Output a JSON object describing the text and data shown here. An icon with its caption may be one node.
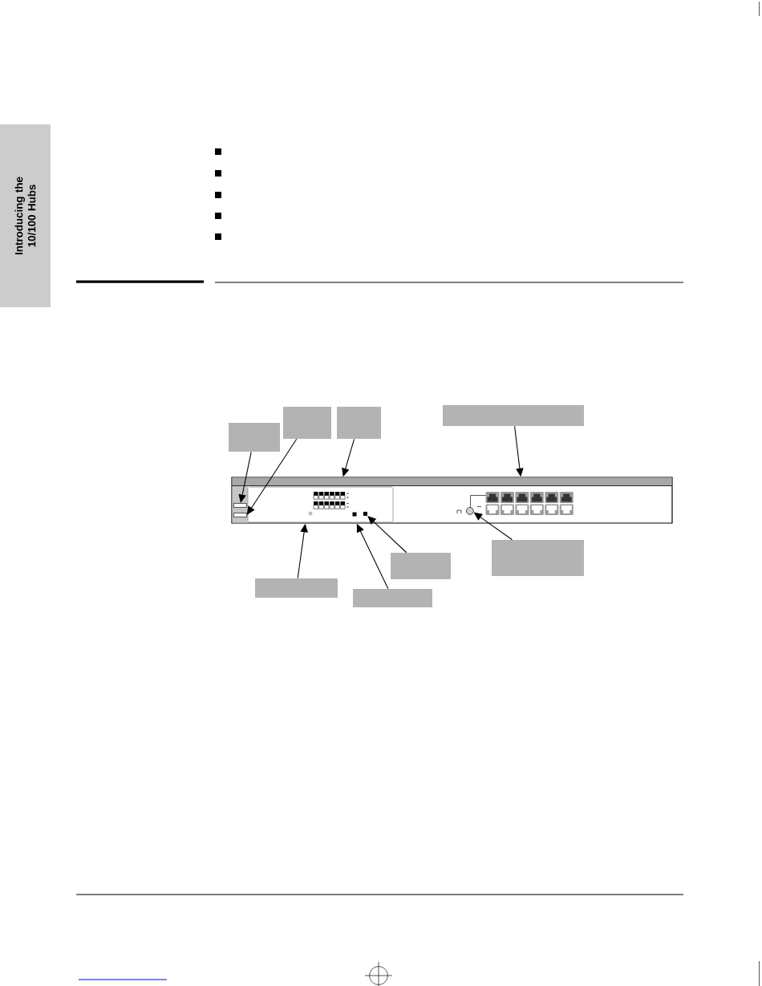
{
  "diagram": {
    "nodes": [
      {
        "text": [
          "Introducing the 10/100 Hubs"
        ]
      },
      {
        "text": [],
        "shape": "box"
      },
      {
        "text": [],
        "shape": "box"
      },
      {
        "text": [],
        "shape": "box"
      },
      {
        "text": [],
        "shape": "box"
      },
      {
        "text": [],
        "shape": "picture"
      },
      {
        "text": [],
        "shape": "box",
        "in": 5
      },
      {
        "text": [],
        "shape": "box",
        "in": 5
      },
      {
        "text": [],
        "shape": "box",
        "in": 5
      },
      {
        "text": [],
        "shape": "circle",
        "in": 5
      },
      {
        "text": [],
        "shape": "box"
      },
      {
        "text": [],
        "shape": "box"
      },
      {
        "text": [],
        "shape": "box"
      },
      {
        "text": [],
        "shape": "box"
      }
    ],
    "edges": [
      {
        "from": 1,
        "to": 6,
        "arrow": "to"
      },
      {
        "from": 2,
        "to": 7,
        "arrow": "to"
      },
      {
        "from": 3,
        "to": 5,
        "arrow": "to"
      },
      {
        "from": 4,
        "to": 5,
        "arrow": "to"
      },
      {
        "from": 10,
        "to": 5,
        "arrow": "to"
      },
      {
        "from": 11,
        "to": 5,
        "arrow": "to"
      },
      {
        "from": 12,
        "to": 8,
        "arrow": "to"
      },
      {
        "from": 13,
        "to": 9,
        "arrow": "to"
      }
    ]
  }
}
